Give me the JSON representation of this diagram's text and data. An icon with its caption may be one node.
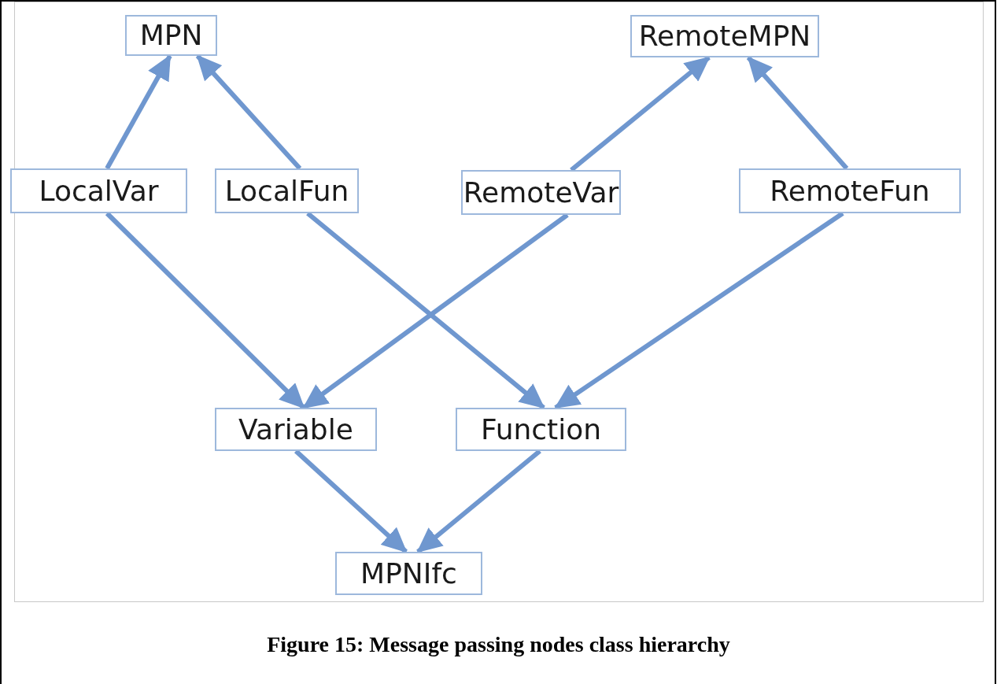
{
  "diagram": {
    "caption": "Figure 15: Message passing nodes class hierarchy",
    "nodes": [
      {
        "text": [
          "MPN"
        ]
      },
      {
        "text": [
          "RemoteMPN"
        ]
      },
      {
        "text": [
          "LocalVar"
        ]
      },
      {
        "text": [
          "LocalFun"
        ]
      },
      {
        "text": [
          "RemoteVar"
        ]
      },
      {
        "text": [
          "RemoteFun"
        ]
      },
      {
        "text": [
          "Variable"
        ]
      },
      {
        "text": [
          "Function"
        ]
      },
      {
        "text": [
          "MPNIfc"
        ]
      }
    ],
    "edges": [
      {
        "from": 2,
        "to": 0,
        "arrow": "to"
      },
      {
        "from": 3,
        "to": 0,
        "arrow": "to"
      },
      {
        "from": 4,
        "to": 1,
        "arrow": "to"
      },
      {
        "from": 5,
        "to": 1,
        "arrow": "to"
      },
      {
        "from": 2,
        "to": 6,
        "arrow": "to"
      },
      {
        "from": 4,
        "to": 6,
        "arrow": "to"
      },
      {
        "from": 3,
        "to": 7,
        "arrow": "to"
      },
      {
        "from": 5,
        "to": 7,
        "arrow": "to"
      },
      {
        "from": 6,
        "to": 8,
        "arrow": "to"
      },
      {
        "from": 7,
        "to": 8,
        "arrow": "to"
      }
    ]
  }
}
